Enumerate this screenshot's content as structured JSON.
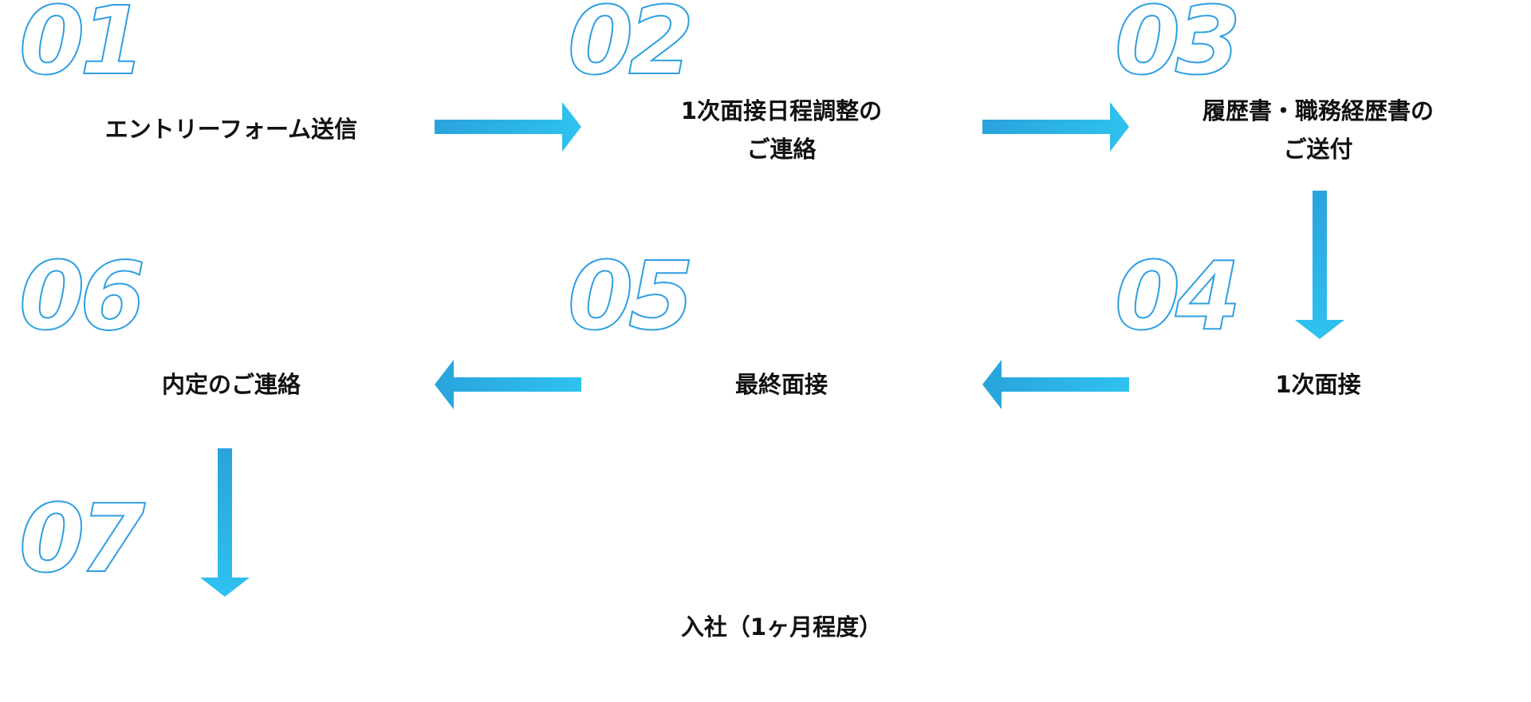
{
  "flow": {
    "steps": [
      {
        "number": "01",
        "label": "エントリーフォーム送信"
      },
      {
        "number": "02",
        "label": "1次面接日程調整の\nご連絡"
      },
      {
        "number": "03",
        "label": "履歴書・職務経歴書の\nご送付"
      },
      {
        "number": "04",
        "label": "1次面接"
      },
      {
        "number": "05",
        "label": "最終面接"
      },
      {
        "number": "06",
        "label": "内定のご連絡"
      },
      {
        "number": "07",
        "label": "入社（1ヶ月程度）"
      }
    ],
    "arrows": [
      {
        "from": "01",
        "to": "02",
        "direction": "right",
        "icon": "arrow-right-icon"
      },
      {
        "from": "02",
        "to": "03",
        "direction": "right",
        "icon": "arrow-right-icon"
      },
      {
        "from": "03",
        "to": "04",
        "direction": "down",
        "icon": "arrow-down-icon"
      },
      {
        "from": "04",
        "to": "05",
        "direction": "left",
        "icon": "arrow-left-icon"
      },
      {
        "from": "05",
        "to": "06",
        "direction": "left",
        "icon": "arrow-left-icon"
      },
      {
        "from": "06",
        "to": "07",
        "direction": "down",
        "icon": "arrow-down-icon"
      }
    ]
  },
  "colors": {
    "accent_start": "#2aa3dc",
    "accent_end": "#2ec2ef",
    "number_outline": "#2f9fe0",
    "label_text": "#111111",
    "background": "#ffffff"
  }
}
